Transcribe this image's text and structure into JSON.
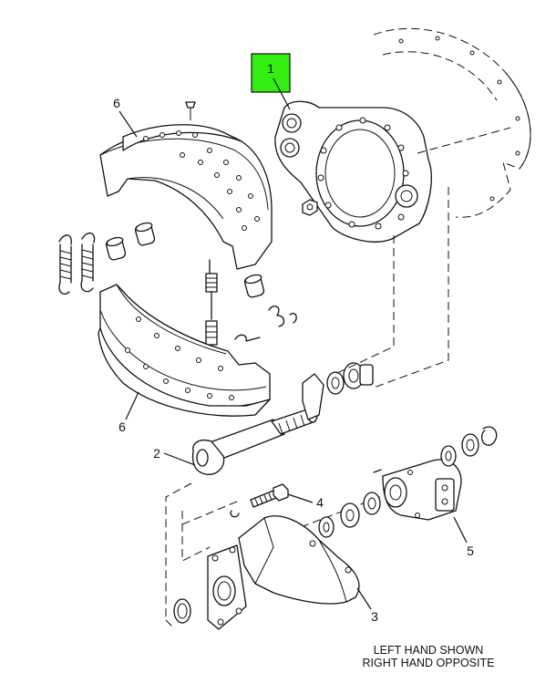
{
  "callouts": {
    "c1": "1",
    "c2": "2",
    "c3": "3",
    "c4": "4",
    "c5": "5",
    "c6_top": "6",
    "c6_bottom": "6"
  },
  "note": {
    "line1": "LEFT HAND SHOWN",
    "line2": "RIGHT HAND OPPOSITE"
  },
  "colors": {
    "highlight": "#33ee11",
    "linework": "#111111",
    "background": "#ffffff"
  }
}
